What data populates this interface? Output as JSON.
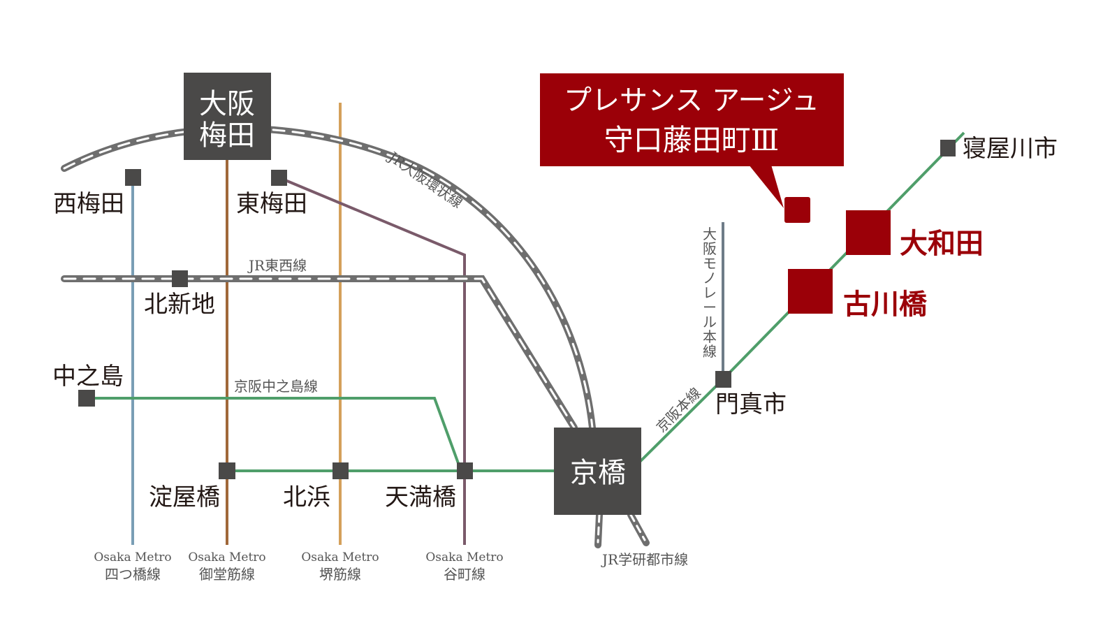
{
  "title": {
    "line1": "プレサンス アージュ",
    "line2": "守口藤田町Ⅲ"
  },
  "stations": {
    "umeda_1": "大阪",
    "umeda_2": "梅田",
    "nishiumeda": "西梅田",
    "higashiumeda": "東梅田",
    "kitashinchi": "北新地",
    "nakanoshima": "中之島",
    "yodoyabashi": "淀屋橋",
    "kitahama": "北浜",
    "temmabashi": "天満橋",
    "kyobashi": "京橋",
    "kadoma": "門真市",
    "furukawabashi": "古川橋",
    "owada": "大和田",
    "neyagawa": "寝屋川市"
  },
  "lines": {
    "loop": "JR大阪環状線",
    "tozai": "JR東西線",
    "nakanoshima": "京阪中之島線",
    "keihan": "京阪本線",
    "monorail": "大阪モノレール本線",
    "gakkentoshi": "JR学研都市線",
    "metro": "Osaka Metro",
    "yotsubashi": "四つ橋線",
    "midosuji": "御堂筋線",
    "sakaisuji": "堺筋線",
    "tanimachi": "谷町線"
  },
  "colors": {
    "accent": "#9b0008",
    "station": "#4a4948",
    "keihan": "#4f9e6a"
  }
}
